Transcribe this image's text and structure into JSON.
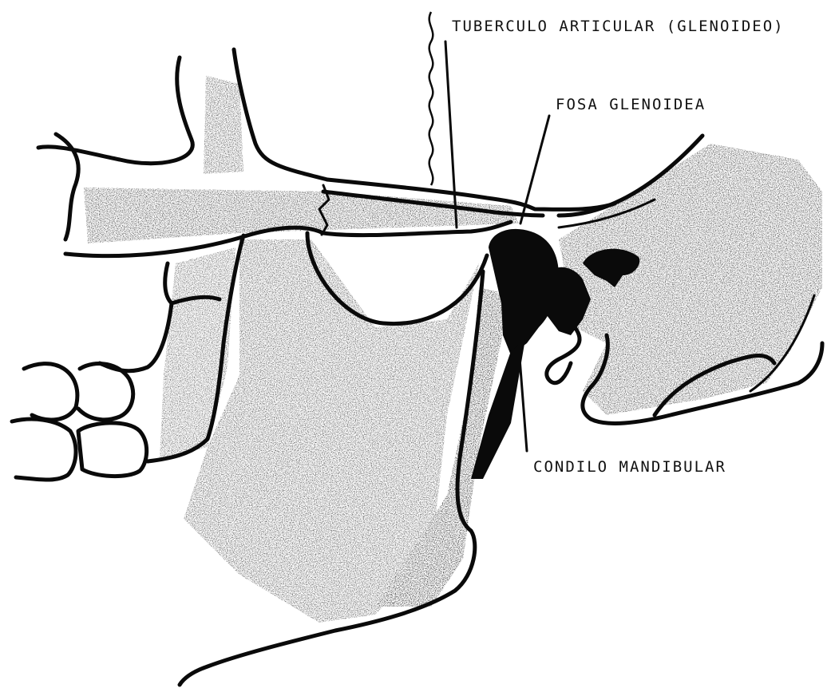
{
  "labels": {
    "tuberculo": "TUBERCULO ARTICULAR (GLENOIDEO)",
    "fosa": "FOSA GLENOIDEA",
    "condilo": "CONDILO MANDIBULAR"
  },
  "colors": {
    "ink": "#111111",
    "background": "#ffffff"
  }
}
